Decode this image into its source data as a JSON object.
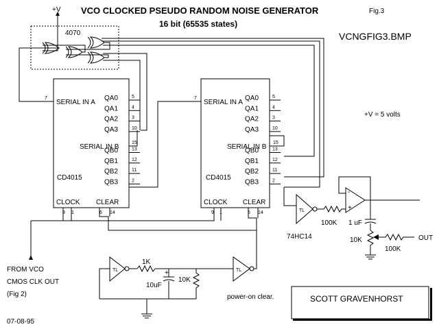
{
  "header": {
    "title": "VCO CLOCKED PSEUDO RANDOM NOISE GENERATOR",
    "fig": "Fig.3",
    "subtitle": "16 bit (65535 states)",
    "filename": "VCNGFIG3.BMP",
    "vplus": "+V",
    "supply_note": "+V = 5 volts"
  },
  "xor_chip": {
    "label": "4070"
  },
  "chip1": {
    "name": "CD4015",
    "serial_a": "SERIAL IN A",
    "serial_b": "SERIAL IN B",
    "outputs": [
      "QA0",
      "QA1",
      "QA2",
      "QA3",
      "QB0",
      "QB1",
      "QB2",
      "QB3"
    ],
    "output_pins": [
      "5",
      "4",
      "3",
      "10",
      "13",
      "12",
      "11",
      "2"
    ],
    "serial_a_pin": "7",
    "serial_b_pin": "15",
    "clock": "CLOCK",
    "clear": "CLEAR",
    "clock_pins": [
      "9",
      "1"
    ],
    "clear_pins": [
      "6",
      "14"
    ]
  },
  "chip2": {
    "name": "CD4015",
    "serial_a": "SERIAL IN A",
    "serial_b": "SERIAL IN B",
    "outputs": [
      "QA0",
      "QA1",
      "QA2",
      "QA3",
      "QB0",
      "QB1",
      "QB2",
      "QB3"
    ],
    "output_pins": [
      "5",
      "4",
      "3",
      "10",
      "13",
      "12",
      "11",
      "2"
    ],
    "serial_a_pin": "7",
    "serial_b_pin": "15",
    "clock": "CLOCK",
    "clear": "CLEAR",
    "clock_pins": [
      "9",
      "1"
    ],
    "clear_pins": [
      "6",
      "14"
    ]
  },
  "output_section": {
    "inverter": "74HC14",
    "r1": "100K",
    "cap": "1 uF",
    "pot": "10K",
    "r2": "100K",
    "out": "OUT"
  },
  "clear_section": {
    "r": "1K",
    "cap": "10uF",
    "r2": "10K",
    "note": "power-on clear.",
    "gate_marks": [
      "TL",
      "TL",
      "TL"
    ]
  },
  "clock_in": {
    "line1": "FROM VCO",
    "line2": "CMOS CLK OUT",
    "line3": "(Fig 2)"
  },
  "author": "SCOTT GRAVENHORST",
  "date": "07-08-95"
}
